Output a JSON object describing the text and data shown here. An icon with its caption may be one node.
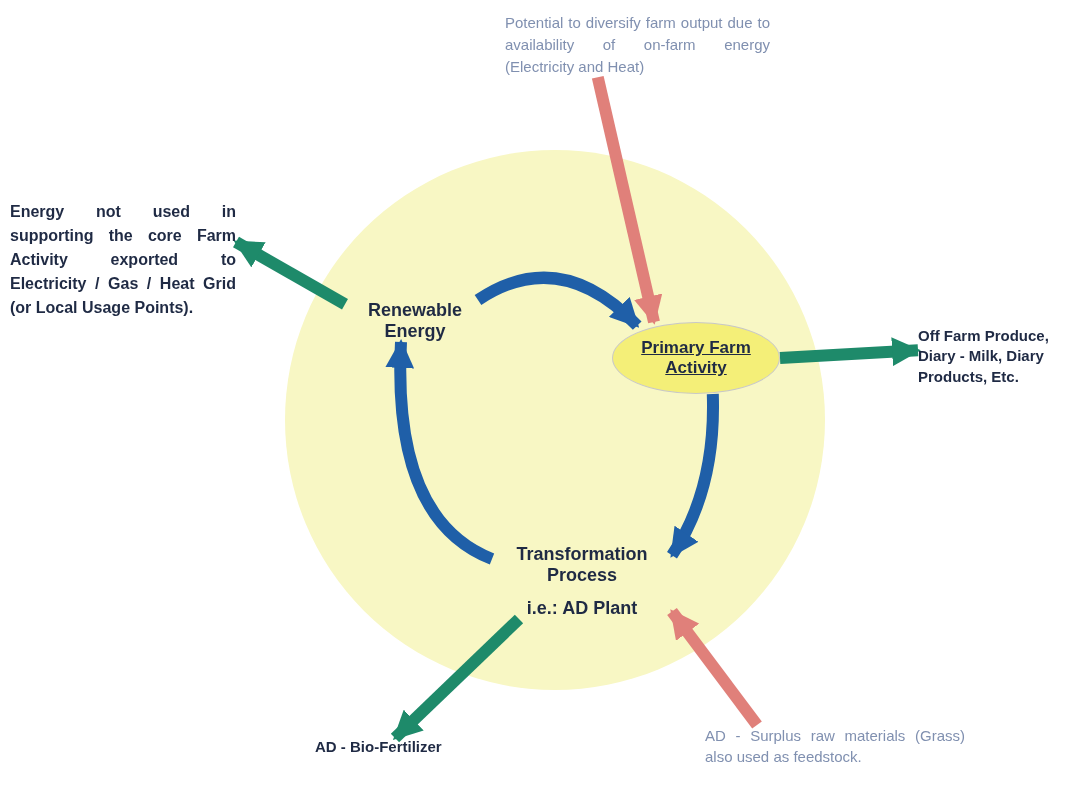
{
  "diagram": {
    "nodes": [
      {
        "text": [],
        "shape": "circle"
      },
      {
        "text": [
          "Potential to diversify farm output due to availability of on-farm energy (Electricity and Heat)"
        ]
      },
      {
        "text": [
          "Energy not used in supporting the core Farm Activity exported to Electricity / Gas / Heat Grid (or Local Usage Points)."
        ]
      },
      {
        "text": [
          "Renewable Energy"
        ],
        "in": 0
      },
      {
        "text": [
          "Primary Farm Activity"
        ],
        "in": 0
      },
      {
        "text": [
          "Off Farm Produce, Diary - Milk, Diary Products, Etc."
        ]
      },
      {
        "text": [
          "Transformation Process",
          "i.e.: AD Plant"
        ],
        "in": 0
      },
      {
        "text": [
          "AD - Bio-Fertilizer"
        ]
      },
      {
        "text": [
          "AD - Surplus raw materials (Grass) also used as feedstock."
        ]
      }
    ],
    "edges": [
      {
        "from": 1,
        "to": 4,
        "arrow": "to",
        "color": "#e0807a"
      },
      {
        "from": 3,
        "to": 4,
        "arrow": "to"
      },
      {
        "from": 4,
        "to": 6,
        "arrow": "to"
      },
      {
        "from": 6,
        "to": 3,
        "arrow": "to"
      },
      {
        "from": 3,
        "to": 2,
        "arrow": "to",
        "color": "#1e8a6a"
      },
      {
        "from": 4,
        "to": 5,
        "arrow": "to",
        "color": "#1e8a6a"
      },
      {
        "from": 6,
        "to": 7,
        "arrow": "to",
        "color": "#1e8a6a"
      },
      {
        "from": 8,
        "to": 6,
        "arrow": "to",
        "color": "#e0807a"
      }
    ]
  }
}
